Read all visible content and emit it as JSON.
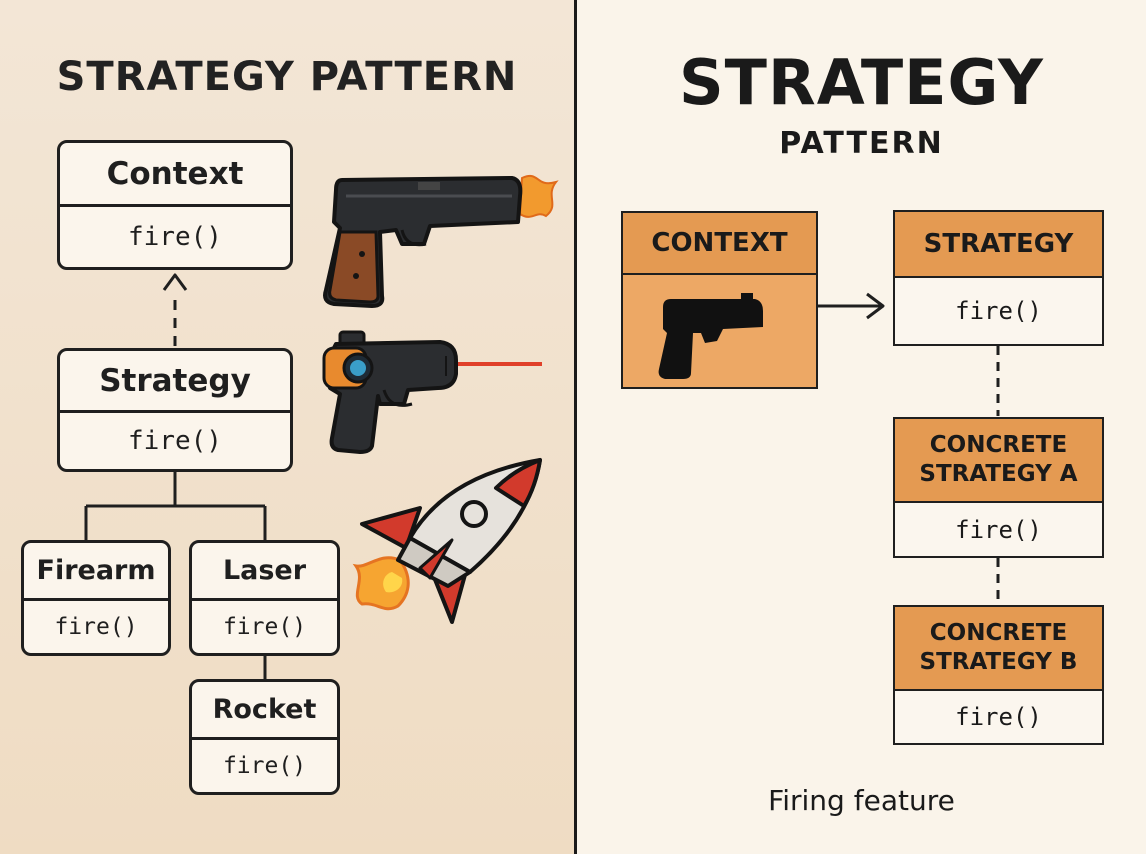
{
  "left": {
    "title": "STRATEGY PATTERN",
    "context": {
      "name": "Context",
      "method": "fire()"
    },
    "strategy": {
      "name": "Strategy",
      "method": "fire()"
    },
    "firearm": {
      "name": "Firearm",
      "method": "fire()"
    },
    "laser": {
      "name": "Laser",
      "method": "fire()"
    },
    "rocket": {
      "name": "Rocket",
      "method": "fire()"
    },
    "icons": [
      "pistol-icon",
      "laser-gun-icon",
      "rocket-icon"
    ]
  },
  "right": {
    "title": "STRATEGY",
    "subtitle": "PATTERN",
    "context": {
      "name": "CONTEXT",
      "icon": "pistol-icon"
    },
    "strategy": {
      "name": "STRATEGY",
      "method": "fire()"
    },
    "concrete_a": {
      "name": "CONCRETE STRATEGY A",
      "method": "fire()"
    },
    "concrete_b": {
      "name": "CONCRETE STRATEGY B",
      "method": "fire()"
    },
    "caption": "Firing feature"
  },
  "colors": {
    "left_background": "#f3e6d6",
    "right_background": "#faf4ea",
    "header_orange": "#e49a52",
    "context_fill": "#eda865",
    "outline": "#1f1f1f"
  }
}
